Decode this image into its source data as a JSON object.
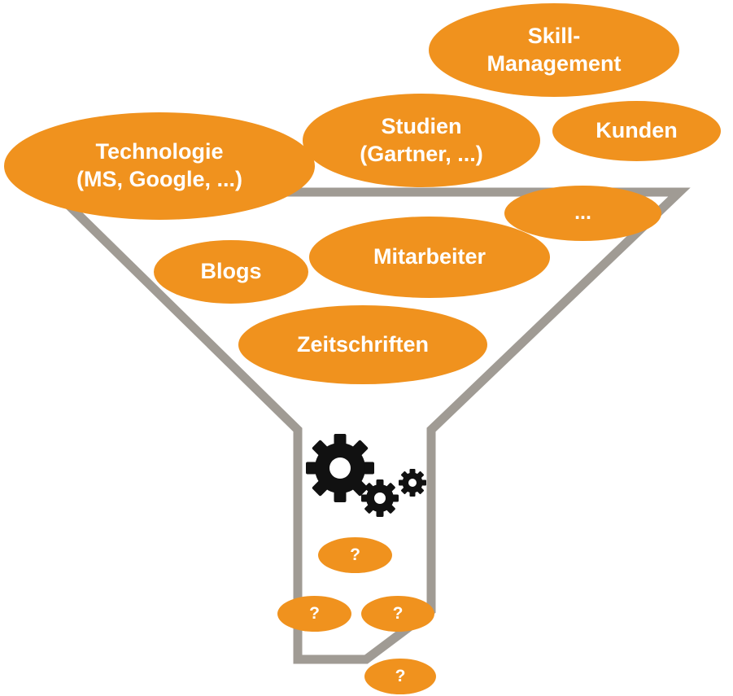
{
  "colors": {
    "bubble_fill": "#f0921e",
    "bubble_text": "#ffffff",
    "funnel_stroke": "#a09b94",
    "gear_fill": "#111111"
  },
  "icons": [
    "gear-large-icon",
    "gear-medium-icon",
    "gear-small-icon"
  ],
  "sources": {
    "skill": "Skill-\nManagement",
    "studien": "Studien\n(Gartner, ...)",
    "kunden": "Kunden",
    "technologie": "Technologie\n(MS, Google, ...)",
    "ellipsis": "...",
    "mitarbeiter": "Mitarbeiter",
    "blogs": "Blogs",
    "zeitschriften": "Zeitschriften"
  },
  "outputs": {
    "q1": "?",
    "q2": "?",
    "q3": "?",
    "q4": "?"
  }
}
